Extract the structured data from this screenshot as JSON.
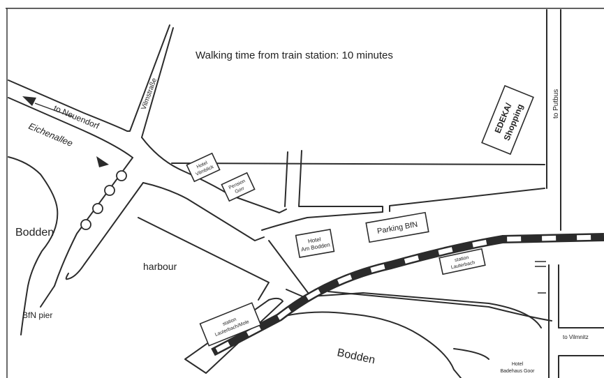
{
  "map": {
    "title": "Walking time from train station: 10 minutes",
    "colors": {
      "ink": "#2b2b2b",
      "background": "#ffffff"
    },
    "roads": {
      "to_neuendorf": "to Neuendorf",
      "eichenallee": "Eichenallee",
      "vilmstrasse": "Vilmstraße",
      "to_putbus": "to Putbus",
      "to_vilmnitz": "to Vilmnitz"
    },
    "water": {
      "bodden_west": "Bodden",
      "bodden_south": "Bodden",
      "harbour": "harbour",
      "bfn_pier": "BfN pier"
    },
    "places": {
      "edeka_line1": "EDEKA/",
      "edeka_line2": "Shopping",
      "parking": "Parking BfN",
      "hotel_am_bodden_line1": "Hotel",
      "hotel_am_bodden_line2": "Am Bodden",
      "hotel_vilmblick_line1": "Hotel",
      "hotel_vilmblick_line2": "Vilmblick",
      "pension_line1": "Pension",
      "pension_line2": "Gorr",
      "station_lauterbach_line1": "station",
      "station_lauterbach_line2": "Lauterbach",
      "station_mole_line1": "station",
      "station_mole_line2": "Lauterbach/Mole",
      "hotel_badehaus_line1": "Hotel",
      "hotel_badehaus_line2": "Badehaus Goor"
    },
    "icons": [
      "arrow-left-icon",
      "arrow-right-icon",
      "walking-dots-icon",
      "railway-track-icon"
    ]
  }
}
